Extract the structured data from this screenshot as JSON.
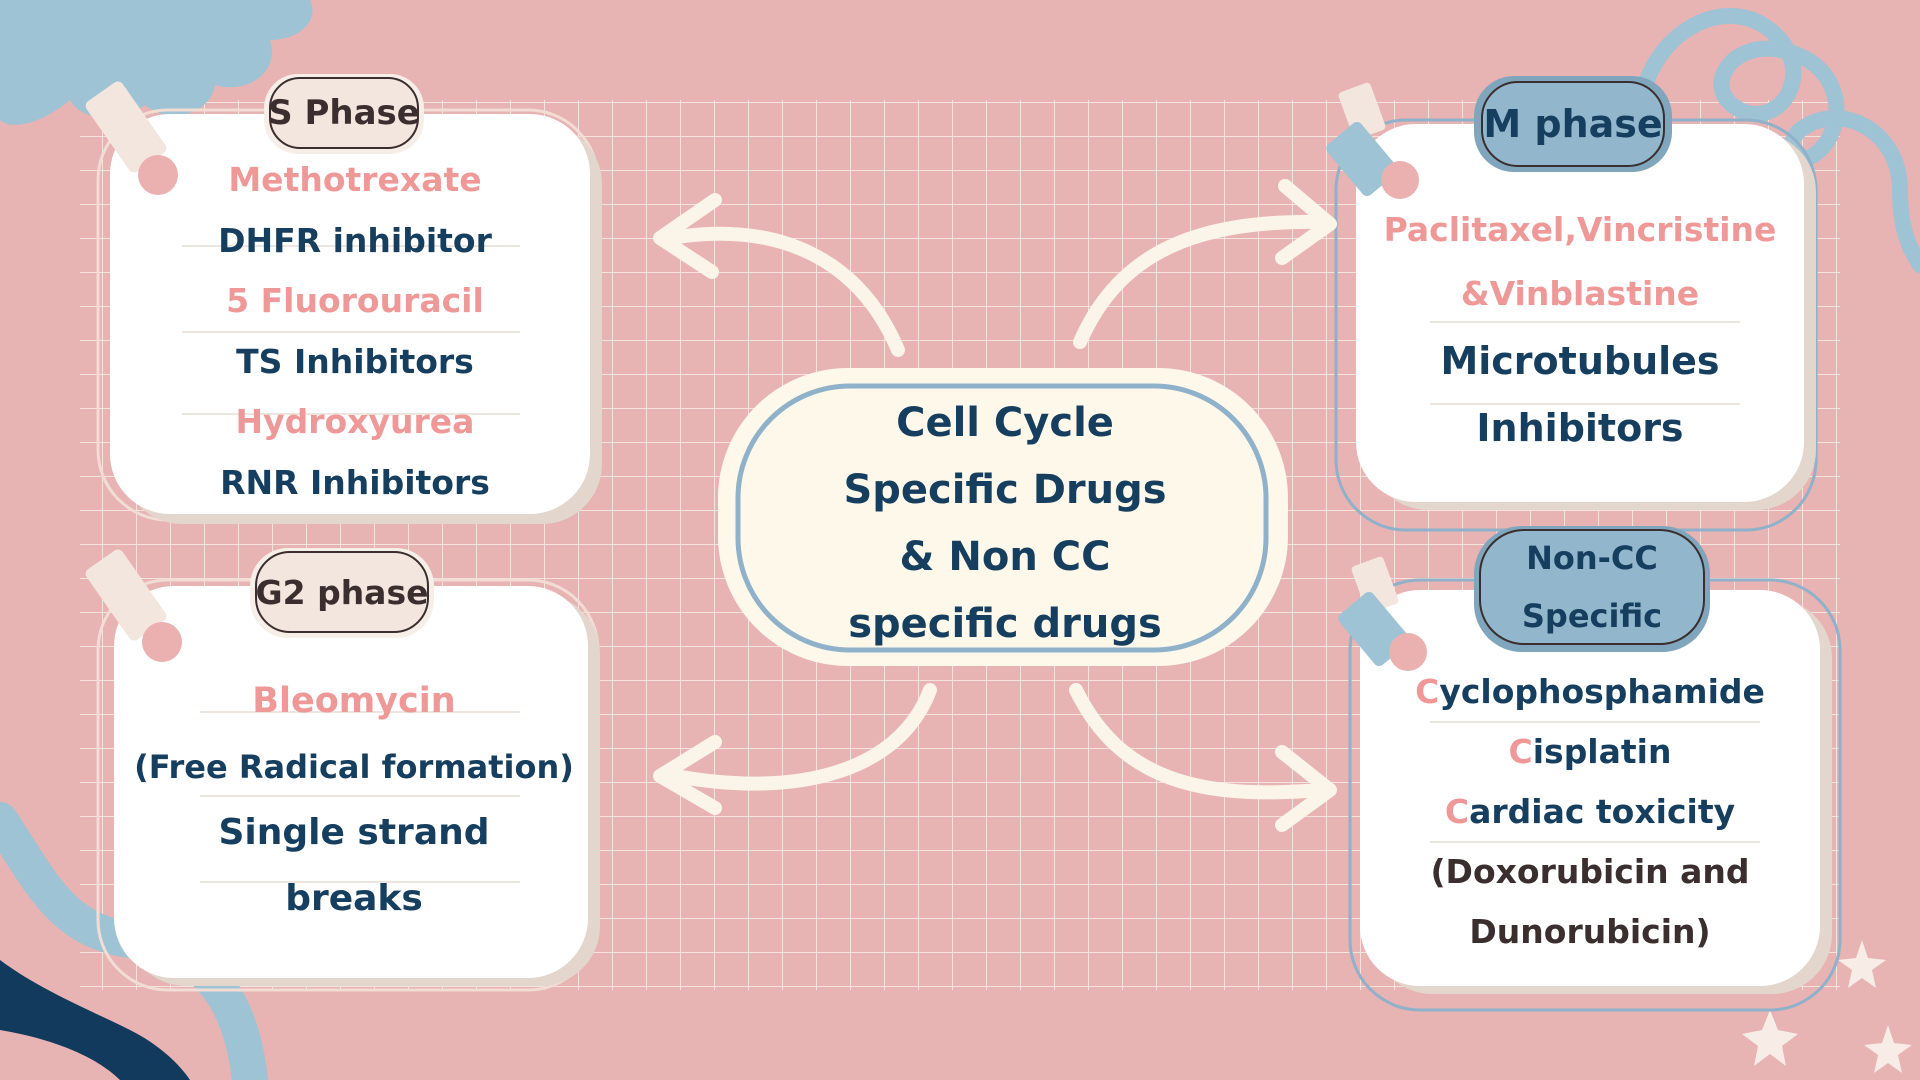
{
  "center": {
    "lines": [
      "Cell Cycle",
      "Specific Drugs",
      "& Non  CC",
      "specific drugs"
    ]
  },
  "s_phase": {
    "tag": "S Phase",
    "items": [
      {
        "text": "Methotrexate",
        "style": "pink"
      },
      {
        "text": "DHFR inhibitor",
        "style": "navy"
      },
      {
        "text": "5 Fluorouracil",
        "style": "pink"
      },
      {
        "text": "TS Inhibitors",
        "style": "navy"
      },
      {
        "text": "Hydroxyurea",
        "style": "pink"
      },
      {
        "text": "RNR Inhibitors",
        "style": "navy"
      }
    ]
  },
  "m_phase": {
    "tag": "M phase",
    "items": [
      {
        "text": "Paclitaxel,Vincristine",
        "style": "pink"
      },
      {
        "text": "&Vinblastine",
        "style": "pink"
      },
      {
        "text": "Microtubules",
        "style": "navy"
      },
      {
        "text": "Inhibitors",
        "style": "navy"
      }
    ]
  },
  "g2_phase": {
    "tag": "G2 phase",
    "items": [
      {
        "text": "Bleomycin",
        "style": "pink"
      },
      {
        "text": "(Free Radical formation)",
        "style": "navy"
      },
      {
        "text": "Single strand",
        "style": "navy"
      },
      {
        "text": "breaks",
        "style": "navy"
      }
    ]
  },
  "non_cc": {
    "tag_line1": "Non-CC",
    "tag_line2": "Specific",
    "items": [
      {
        "cap": "C",
        "rest": "yclophosphamide",
        "style": "navy"
      },
      {
        "cap": "C",
        "rest": "isplatin",
        "style": "navy"
      },
      {
        "cap": "C",
        "rest": "ardiac toxicity",
        "style": "navy"
      },
      {
        "cap": "",
        "rest": "(Doxorubicin and",
        "style": "dark"
      },
      {
        "cap": "",
        "rest": "Dunorubicin)",
        "style": "dark"
      }
    ]
  },
  "colors": {
    "background": "#e8b3b3",
    "grid": "#f6e6df",
    "card": "#ffffff",
    "card_shadow": "#e3d6cc",
    "center_fill": "#fdf8ea",
    "center_border": "#8fb1c9",
    "tag_tan": "#f2e6de",
    "tag_blue": "#92b7cc",
    "navy": "#163e5e",
    "pink": "#ef9898",
    "accent_blue": "#9ec3d4",
    "deep_navy": "#123a5c",
    "arrow": "#fbf4e8"
  },
  "icons": [
    "pushpin-icon",
    "tape-icon",
    "arrow-icon",
    "star-sparkle-icon",
    "scribble-icon",
    "cloud-blob-icon"
  ]
}
